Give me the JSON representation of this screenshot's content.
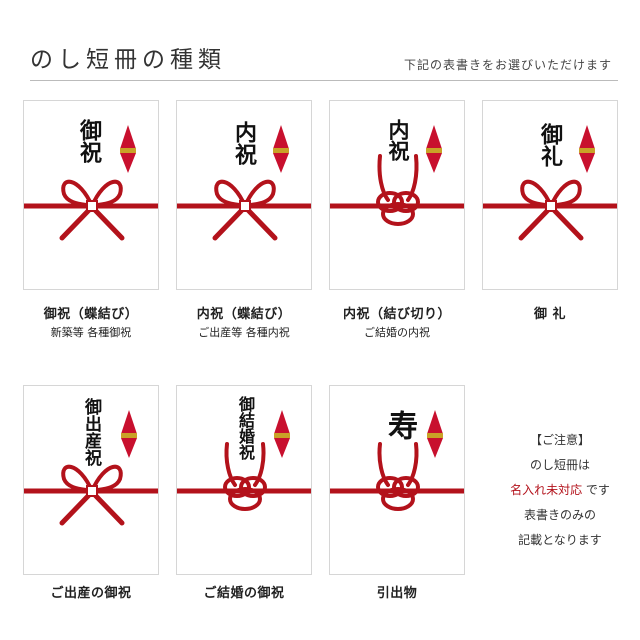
{
  "header": {
    "title": "のし短冊の種類",
    "subtitle": "下記の表書きをお選びいただけます"
  },
  "cards": [
    {
      "text": "御祝",
      "label": "御祝（蝶結び）",
      "sublabel": "新築等 各種御祝",
      "knot": "bow"
    },
    {
      "text": "内祝",
      "label": "内祝（蝶結び）",
      "sublabel": "ご出産等 各種内祝",
      "knot": "bow"
    },
    {
      "text": "内祝",
      "label": "内祝（結び切り）",
      "sublabel": "ご結婚の内祝",
      "knot": "awaji"
    },
    {
      "text": "御礼",
      "label": "御 礼",
      "sublabel": "",
      "knot": "bow"
    },
    {
      "text": "御出産祝",
      "label": "ご出産の御祝",
      "sublabel": "",
      "knot": "bow"
    },
    {
      "text": "御結婚祝",
      "label": "ご結婚の御祝",
      "sublabel": "",
      "knot": "awaji"
    },
    {
      "text": "寿",
      "label": "引出物",
      "sublabel": "",
      "knot": "awaji"
    }
  ],
  "notice": {
    "heading": "【ご注意】",
    "line1": "のし短冊は",
    "highlight": "名入れ未対応",
    "line2_suffix": "です",
    "line3": "表書きのみの",
    "line4": "記載となります"
  },
  "colors": {
    "cord_red": "#b3121b",
    "noshi_red": "#c8102e",
    "noshi_gold": "#c9a227",
    "border": "#d6d6d6"
  }
}
